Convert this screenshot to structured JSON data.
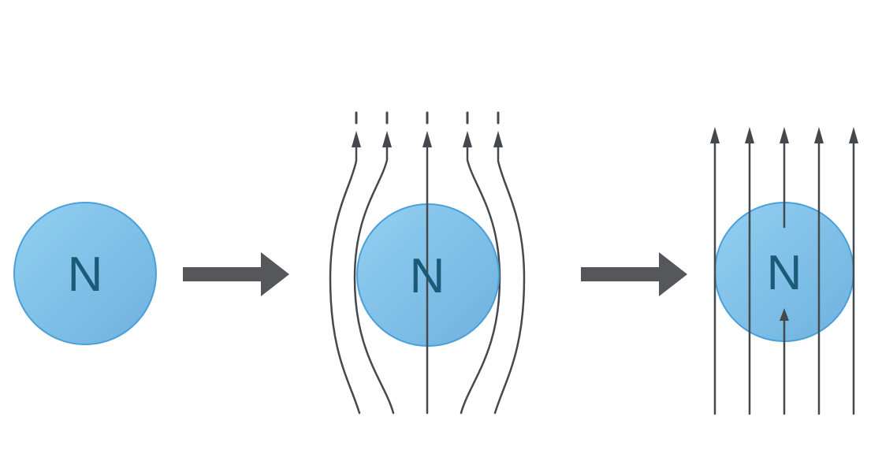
{
  "figure": {
    "background": "#ffffff",
    "panels": [
      {
        "id": "sphere-alone",
        "label": "N",
        "field_lines": 0
      },
      {
        "id": "sphere-curved-field",
        "label": "N",
        "field_lines": 5,
        "dashes": 5,
        "arrowheads": 5
      },
      {
        "id": "sphere-uniform-field",
        "label": "N",
        "field_lines": 5,
        "arrowheads": 6
      }
    ],
    "transition_arrows": 2,
    "colors": {
      "sphere_fill_light": "#92cff2",
      "sphere_fill_dark": "#6fb2de",
      "sphere_stroke": "#4aa0d8",
      "label": "#1d5a78",
      "field_line": "#45484d",
      "transition_arrow": "#55575b"
    }
  }
}
